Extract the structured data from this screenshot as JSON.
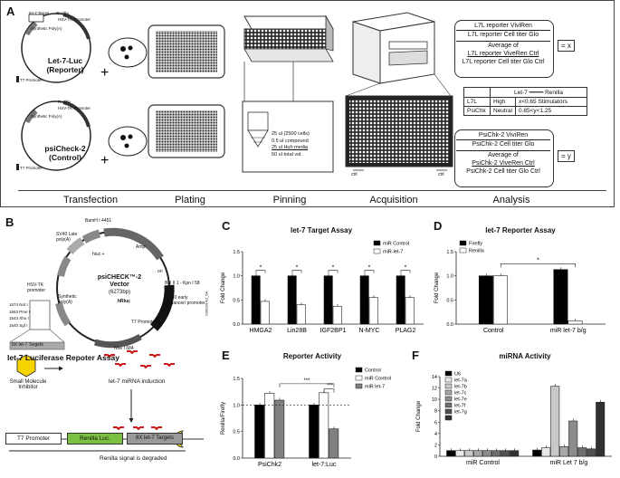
{
  "panels": {
    "a": "A",
    "b": "B",
    "c": "C",
    "d": "D",
    "e": "E",
    "f": "F"
  },
  "steps": [
    "Transfection",
    "Plating",
    "Pinning",
    "Acquisition",
    "Analysis"
  ],
  "plasmids": {
    "let7": {
      "name": "Let-7-Luc",
      "role": "(Reporter)",
      "labels": [
        "Renilla",
        "HSV-TK Promoter",
        "Synthetic Poly(A)",
        "T7 Promoter",
        "let-7 Target"
      ]
    },
    "psi": {
      "name": "psiCheck-2",
      "role": "(Control)",
      "labels": [
        "Renilla",
        "HSV-TK Promoter",
        "Synthetic Poly(A)",
        "T7 Promoter"
      ]
    }
  },
  "pinning": {
    "lines": [
      "25 ul (2500 cells)",
      "0.5 ul compound",
      "25 ul Huh media",
      "50 ul total vol."
    ]
  },
  "acquisition": {
    "ctrl_labels": [
      "ctrl",
      "ctrl"
    ]
  },
  "analysis": {
    "x_num1": "L7L reporter ViviRen",
    "x_den1": "L7L reporter Cell titer Glo",
    "x_avg": "Average of",
    "x_num2": "L7L reporter ViveRen Ctrl",
    "x_den2": "L7L reporter Cell titer Glo Ctrl",
    "x_eq": "= x",
    "table_head": [
      "Let-7",
      "Renilla"
    ],
    "table_rows": [
      [
        "L7L",
        "High",
        "x<0.65 Stimulators"
      ],
      [
        "PsiChk",
        "Neutral",
        "0.85<y<1.25"
      ]
    ],
    "y_num1": "PsiChk-2 ViviRen",
    "y_den1": "PsiChk-2 Cell titer Glo",
    "y_avg": "Average of",
    "y_num2": "PsiChk-2 ViveRen Ctrl",
    "y_den2": "PsiChk-2 Cell titer Glo Ctrl",
    "y_eq": "= y"
  },
  "vector": {
    "name": "psiCHECK™-2",
    "sub": "Vector",
    "size": "(6273bp)",
    "labels": [
      "BamH I 4451",
      "SV40 Late poly(A)",
      "hluc +",
      "Ampʳ",
      "ori",
      "Bgl II 1 - Kpn I 58",
      "SV40 early enhancer/ promoter",
      "hRluc",
      "T7 Promoter",
      "Nhe I 684",
      "Synthetic poly(A)",
      "HSV-TK promoter"
    ],
    "sites": [
      "1674  Not I",
      "1663  Pme I",
      "1643  Xho I",
      "1640  Sgf I"
    ],
    "targets": "8X let-7 Targets",
    "code": "VS0034-A2_5A"
  },
  "assay": {
    "title": "let-7 Luciferase Repoter Assay",
    "inhibitor": "Small Molecule Inhibitor",
    "induction": "let-7 miRNA induction",
    "t7": "T7 Promoter",
    "renilla": "Renilla Luc.",
    "targets": "8X let-7 Targets",
    "degraded": "Renilla signal is degraded"
  },
  "chart_data": [
    {
      "id": "C",
      "type": "bar",
      "title": "let-7 Target Assay",
      "ylabel": "Fold Change",
      "ylim": [
        0,
        1.5
      ],
      "yticks": [
        "0.0",
        "0.5",
        "1.0",
        "1.5"
      ],
      "categories": [
        "HMGA2",
        "Lin28B",
        "IGF2BP1",
        "N-MYC",
        "PLAG2"
      ],
      "series": [
        {
          "name": "miR Control",
          "values": [
            1.0,
            1.0,
            1.0,
            1.0,
            1.0
          ]
        },
        {
          "name": "miR-let-7",
          "values": [
            0.47,
            0.4,
            0.37,
            0.55,
            0.55
          ]
        }
      ],
      "significance": [
        "*",
        "*",
        "*",
        "*",
        "*"
      ],
      "colors": [
        "#000000",
        "#ffffff"
      ]
    },
    {
      "id": "D",
      "type": "bar",
      "title": "let-7 Reporter Assay",
      "ylabel": "Fold Change",
      "ylim": [
        0,
        1.5
      ],
      "yticks": [
        "0.0",
        "0.5",
        "1.0",
        "1.5"
      ],
      "categories": [
        "Control",
        "miR let-7 b/g"
      ],
      "series": [
        {
          "name": "Firefly",
          "values": [
            1.0,
            1.13
          ]
        },
        {
          "name": "Renilla",
          "values": [
            1.0,
            0.07
          ]
        }
      ],
      "significance": [
        "*"
      ],
      "colors": [
        "#000000",
        "#ffffff"
      ]
    },
    {
      "id": "E",
      "type": "bar",
      "title": "Reporter Activity",
      "ylabel": "Renilla/Firefly",
      "ylim": [
        0,
        1.5
      ],
      "yticks": [
        "0.0",
        "0.5",
        "1.0",
        "1.5"
      ],
      "categories": [
        "PsiChk2",
        "let-7:Luc"
      ],
      "series": [
        {
          "name": "Control",
          "values": [
            1.0,
            1.0
          ]
        },
        {
          "name": "miR Control",
          "values": [
            1.22,
            1.23
          ]
        },
        {
          "name": "miR let-7",
          "values": [
            1.09,
            0.55
          ]
        }
      ],
      "significance": [
        "***",
        "***"
      ],
      "colors": [
        "#000000",
        "#ffffff",
        "#808080"
      ]
    },
    {
      "id": "F",
      "type": "bar",
      "title": "miRNA Activity",
      "ylabel": "Fold Change",
      "ylim": [
        0,
        14
      ],
      "yticks": [
        "0",
        "2",
        "4",
        "6",
        "8",
        "10",
        "12",
        "14"
      ],
      "categories": [
        "miR Control",
        "miR Let 7 b/g"
      ],
      "series": [
        {
          "name": "U6",
          "values": [
            1.0,
            1.1
          ]
        },
        {
          "name": "let-7a",
          "values": [
            1.0,
            1.5
          ]
        },
        {
          "name": "let-7b",
          "values": [
            1.0,
            12.3
          ]
        },
        {
          "name": "let-7c",
          "values": [
            1.0,
            1.7
          ]
        },
        {
          "name": "let-7e",
          "values": [
            1.0,
            6.2
          ]
        },
        {
          "name": "let-7f",
          "values": [
            1.0,
            1.5
          ]
        },
        {
          "name": "let-7g",
          "values": [
            1.0,
            1.3
          ]
        },
        {
          "name": "",
          "values": [
            1.0,
            9.5
          ]
        }
      ],
      "colors": [
        "#000000",
        "#e8e8e8",
        "#c8c8c8",
        "#a8a8a8",
        "#8c8c8c",
        "#6e6e6e",
        "#505050",
        "#303030"
      ]
    }
  ]
}
